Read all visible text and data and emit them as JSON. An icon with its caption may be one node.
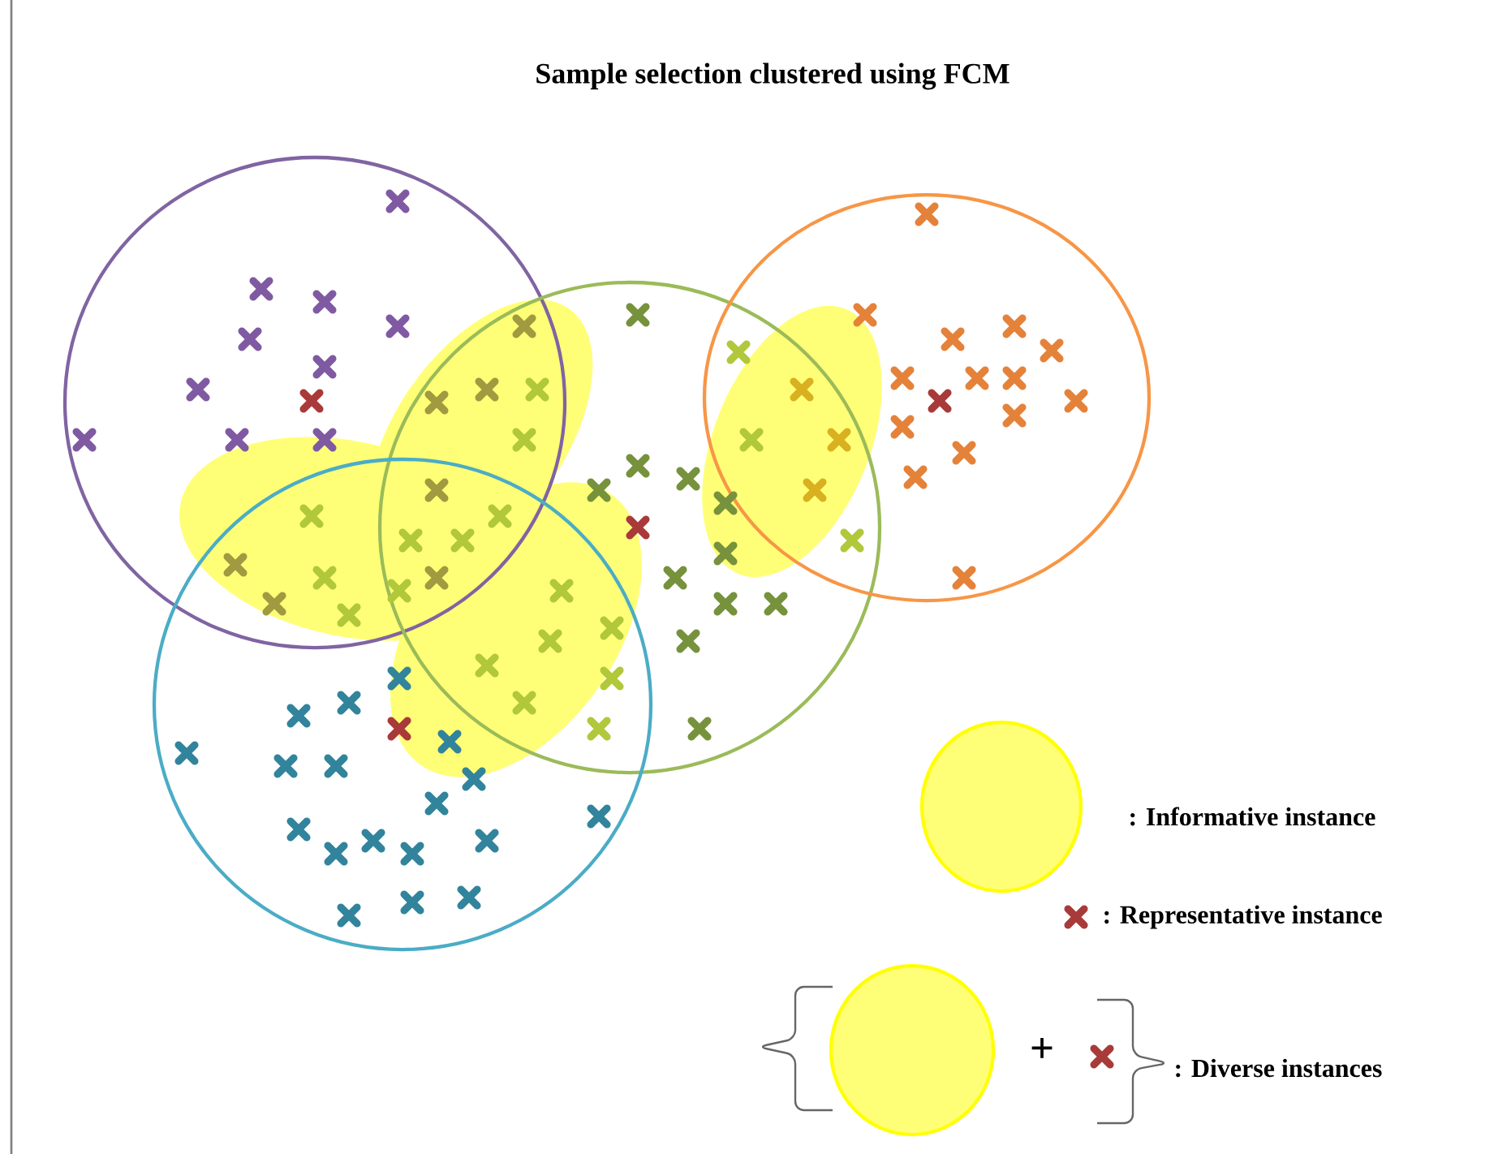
{
  "diagram": {
    "title": "Sample selection clustered using FCM",
    "labels": [
      "+"
    ],
    "legend": [
      {
        "text": ": Informative instance"
      },
      {
        "text": ": Representative instance"
      },
      {
        "text": ": Diverse instances"
      }
    ]
  }
}
